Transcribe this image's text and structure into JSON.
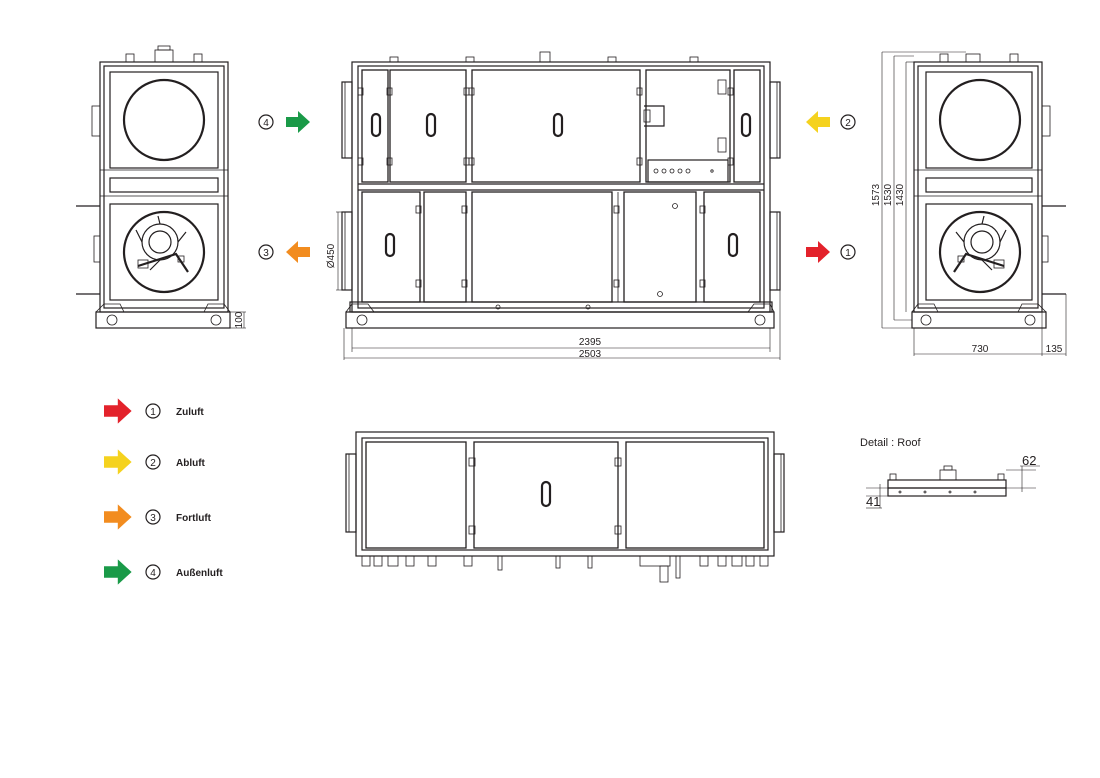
{
  "dimensions": {
    "inner_length": "2395",
    "outer_length": "2503",
    "duct_diameter": "Ø450",
    "base_height": "100",
    "height_1": "1573",
    "height_2": "1530",
    "height_3": "1430",
    "depth": "730",
    "overhang": "135"
  },
  "flow_markers": [
    {
      "number": "4",
      "color": "#1a9a48"
    },
    {
      "number": "2",
      "color": "#f5d21e"
    },
    {
      "number": "3",
      "color": "#f28c1f"
    },
    {
      "number": "1",
      "color": "#e3222b"
    }
  ],
  "legend": [
    {
      "number": "1",
      "label": "Zuluft",
      "color": "#e3222b"
    },
    {
      "number": "2",
      "label": "Abluft",
      "color": "#f5d21e"
    },
    {
      "number": "3",
      "label": "Fortluft",
      "color": "#f28c1f"
    },
    {
      "number": "4",
      "label": "Außenluft",
      "color": "#1a9a48"
    }
  ],
  "detail": {
    "title": "Detail : Roof",
    "dim_top": "62",
    "dim_bottom": "41"
  }
}
